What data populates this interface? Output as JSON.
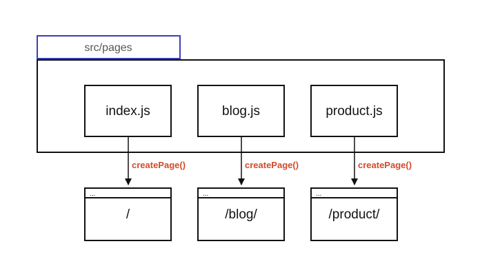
{
  "folder": {
    "label": "src/pages",
    "tab_color": "#3b3fb6"
  },
  "files": [
    {
      "name": "index.js"
    },
    {
      "name": "blog.js"
    },
    {
      "name": "product.js"
    }
  ],
  "edges": [
    {
      "label": "createPage()"
    },
    {
      "label": "createPage()"
    },
    {
      "label": "createPage()"
    }
  ],
  "pages": [
    {
      "titlebar": "...",
      "route": "/"
    },
    {
      "titlebar": "...",
      "route": "/blog/"
    },
    {
      "titlebar": "...",
      "route": "/product/"
    }
  ],
  "colors": {
    "stroke": "#111111",
    "edge_label": "#d24a2a",
    "folder_label": "#555555"
  }
}
